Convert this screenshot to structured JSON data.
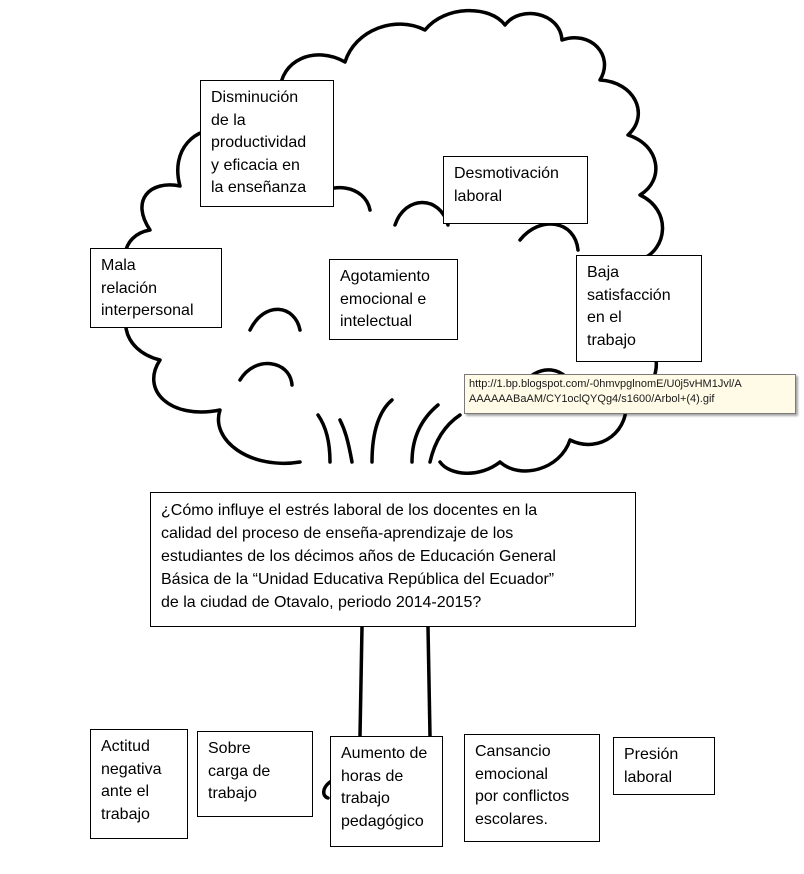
{
  "effects": [
    "Disminución\nde la\nproductividad\ny eficacia en\nla enseñanza",
    "Desmotivación\nlaboral",
    "Mala\nrelación\ninterpersonal",
    "Agotamiento\nemocional e\nintelectual",
    "Baja\nsatisfacción\nen el\ntrabajo"
  ],
  "problem": "¿Cómo influye el estrés laboral de los docentes en la\ncalidad del proceso de enseña-aprendizaje de los\nestudiantes de los décimos años de Educación General\nBásica de la “Unidad Educativa República del Ecuador”\nde la ciudad de Otavalo, periodo 2014-2015?",
  "causes": [
    "Actitud\nnegativa\nante el\ntrabajo",
    "Sobre\ncarga de\ntrabajo",
    "Aumento de\nhoras de\ntrabajo\npedagógico",
    "Cansancio\nemocional\npor conflictos\nescolares.",
    "Presión\nlaboral"
  ],
  "tooltip": "http://1.bp.blogspot.com/-0hmvpglnomE/U0j5vHM1Jvl/A\nAAAAAABaAM/CY1oclQYQg4/s1600/Arbol+(4).gif"
}
